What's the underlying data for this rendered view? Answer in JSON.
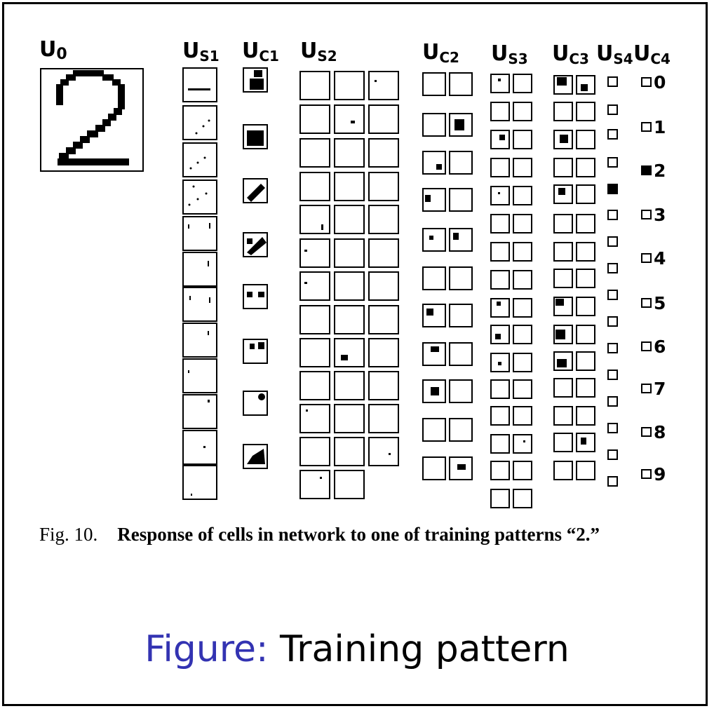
{
  "layers": [
    {
      "base": "U",
      "sub": "0"
    },
    {
      "base": "U",
      "sub": "S1"
    },
    {
      "base": "U",
      "sub": "C1"
    },
    {
      "base": "U",
      "sub": "S2"
    },
    {
      "base": "U",
      "sub": "C2"
    },
    {
      "base": "U",
      "sub": "S3"
    },
    {
      "base": "U",
      "sub": "C3"
    },
    {
      "base": "U",
      "sub": "S4"
    },
    {
      "base": "U",
      "sub": "C4"
    }
  ],
  "input_digit": "2",
  "output_classes": [
    "0",
    "1",
    "2",
    "3",
    "4",
    "5",
    "6",
    "7",
    "8",
    "9"
  ],
  "winning_class": "2",
  "fig_caption": {
    "label": "Fig. 10.",
    "text": "Response of cells in network to one of training patterns “2.”"
  },
  "slide_caption": {
    "prefix": "Figure:",
    "text": "Training pattern"
  },
  "colors": {
    "ink": "#000000",
    "caption_accent": "#3333b2",
    "background": "#ffffff"
  }
}
